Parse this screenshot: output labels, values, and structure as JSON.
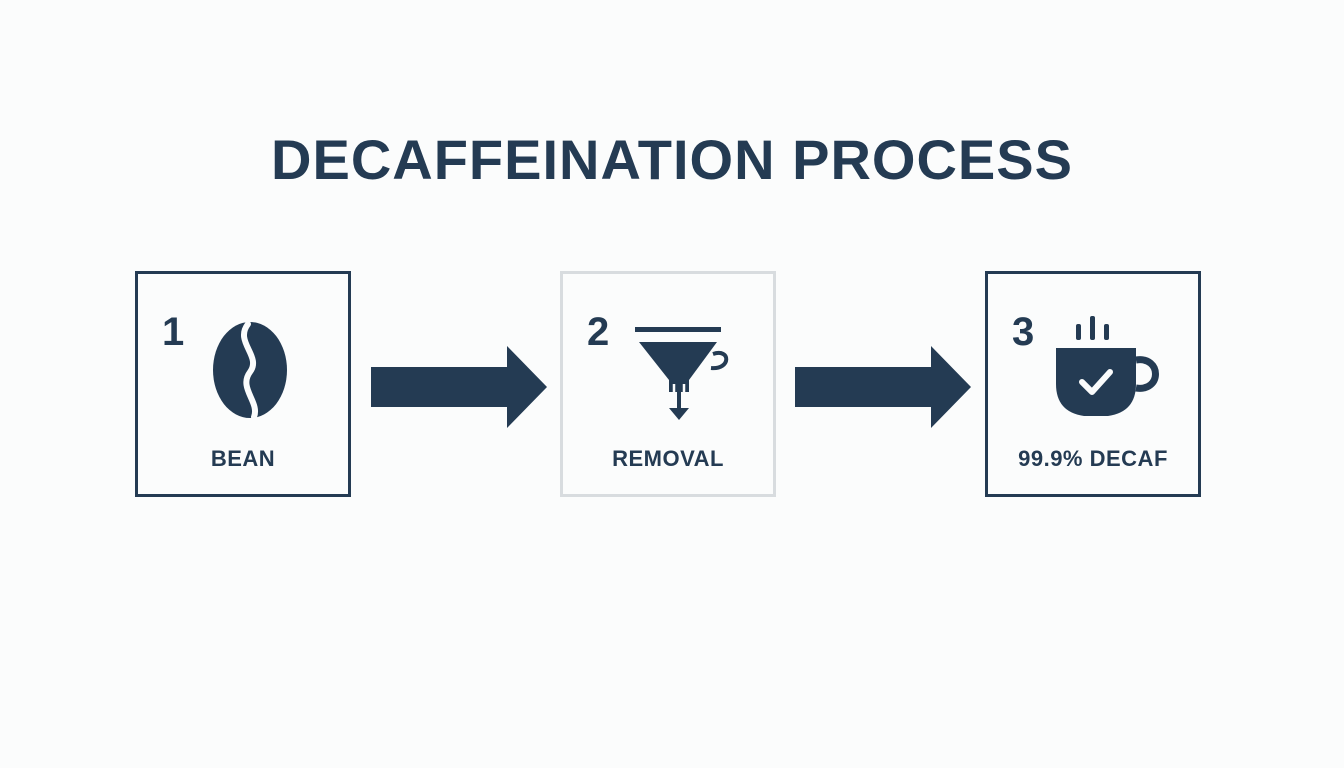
{
  "title": "DECAFFEINATION PROCESS",
  "colors": {
    "primary": "#243b53",
    "muted_border": "#d8dcdf",
    "background": "#fbfcfc"
  },
  "steps": [
    {
      "number": "1",
      "label": "BEAN",
      "icon": "coffee-bean-icon"
    },
    {
      "number": "2",
      "label": "REMOVAL",
      "icon": "filter-funnel-icon"
    },
    {
      "number": "3",
      "label": "99.9% DECAF",
      "icon": "coffee-cup-check-icon"
    }
  ]
}
